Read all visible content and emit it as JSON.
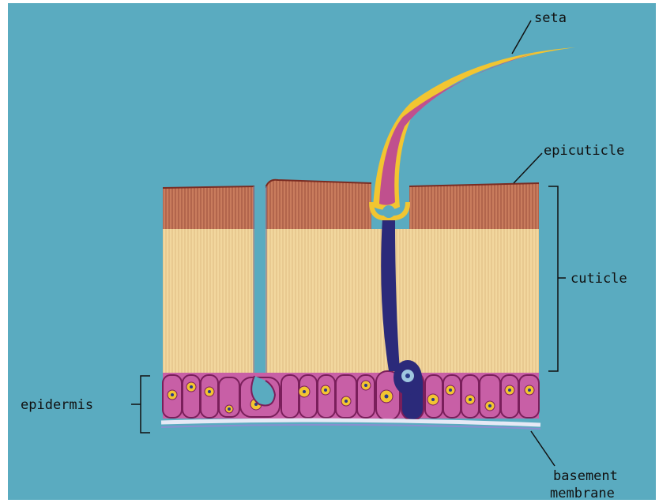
{
  "labels": {
    "seta": "seta",
    "epicuticle": "epicuticle",
    "cuticle": "cuticle",
    "epidermis": "epidermis",
    "basement_line1": "basement",
    "basement_line2": "membrane"
  },
  "colors": {
    "background": "#5aabc0",
    "epicuticle_band": "#c97c5d",
    "procuticle": "#f2d79e",
    "cell_fill": "#c85fa6",
    "cell_border": "#7a1f5b",
    "nucleus": "#f2c531",
    "nucleus_dot": "#2a3a8a",
    "seta_outer": "#f2c531",
    "seta_inner": "#c0508e",
    "neuron": "#2b2a7a",
    "membrane": "#e6e9f5"
  }
}
